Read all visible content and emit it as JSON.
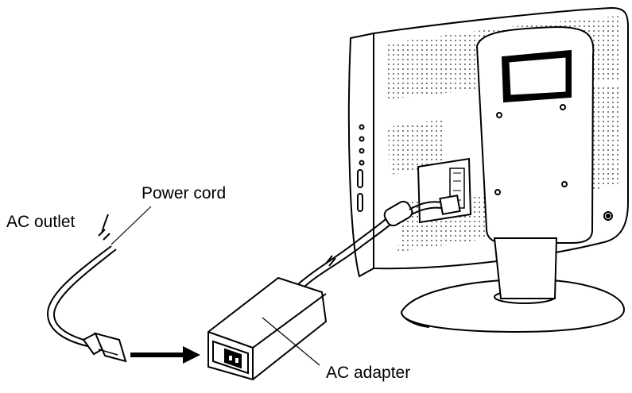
{
  "labels": {
    "power_cord": "Power cord",
    "ac_outlet": "AC outlet",
    "ac_adapter": "AC adapter"
  },
  "colors": {
    "ink": "#000000",
    "background": "#ffffff",
    "dot": "#555555"
  },
  "icons": {
    "arrow": "arrow-right-icon",
    "break": "cable-break-icon"
  }
}
